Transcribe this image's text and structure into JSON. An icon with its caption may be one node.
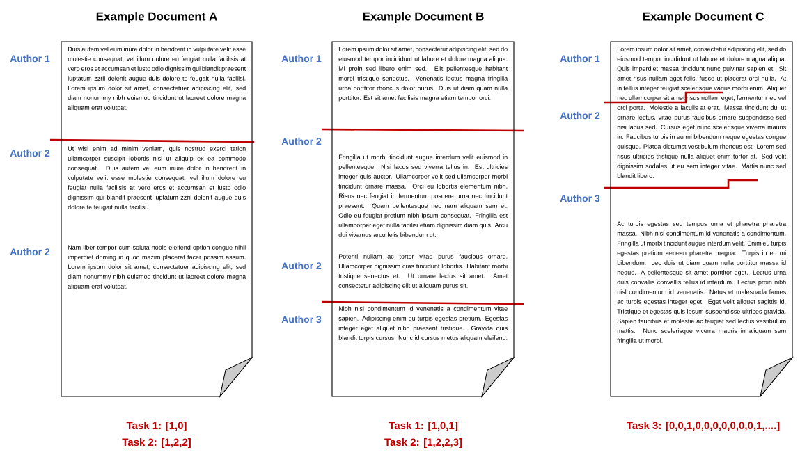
{
  "diagram": {
    "nodes": [
      {
        "text": [
          "Example Document A",
          "Duis autem vel eum iriure dolor in hendrerit in vulputate velit esse molestie consequat, vel illum dolore eu feugiat nulla facilisis at vero eros et accumsan et iusto odio dignissim qui blandit praesent luptatum zzril delenit augue duis dolore te feugait nulla facilisi. Lorem ipsum dolor sit amet, consectetuer adipiscing elit, sed diam nonummy nibh euismod tincidunt ut laoreet dolore magna aliquam erat volutpat.",
          "Ut wisi enim ad minim veniam, quis nostrud exerci tation ullamcorper suscipit lobortis nisl ut aliquip ex ea commodo consequat. Duis autem vel eum iriure dolor in hendrerit in vulputate velit esse molestie consequat, vel illum dolore eu feugiat nulla facilisis at vero eros et accumsan et iusto odio dignissim qui blandit praesent luptatum zzril delenit augue duis dolore te feugait nulla facilisi.",
          "Nam liber tempor cum soluta nobis eleifend option congue nihil imperdiet doming id quod mazim placerat facer possim assum. Lorem ipsum dolor sit amet, consectetuer adipiscing elit, sed diam nonummy nibh euismod tincidunt ut laoreet dolore magna aliquam erat volutpat."
        ],
        "beside": [
          "Author 1",
          "Author 2",
          "Author 2",
          "Task 1: [1,0]",
          "Task 2: [1,2,2]"
        ]
      },
      {
        "text": [
          "Example Document B",
          "Lorem ipsum dolor sit amet, consectetur adipiscing elit, sed do eiusmod tempor incididunt ut labore et dolore magna aliqua. Mi proin sed libero enim sed. Elit pellentesque habitant morbi tristique senectus. Venenatis lectus magna fringilla urna porttitor rhoncus dolor purus. Duis ut diam quam nulla porttitor. Est sit amet facilisis magna etiam tempor orci.",
          "Fringilla ut morbi tincidunt augue interdum velit euismod in pellentesque. Nisi lacus sed viverra tellus in. Est ultricies integer quis auctor. Ullamcorper velit sed ullamcorper morbi tincidunt ornare massa. Orci eu lobortis elementum nibh. Risus nec feugiat in fermentum posuere urna nec tincidunt praesent. Quam pellentesque nec nam aliquam sem et. Odio eu feugiat pretium nibh ipsum consequat. Fringilla est ullamcorper eget nulla facilisi etiam dignissim diam quis. Arcu dui vivamus arcu felis bibendum ut.",
          "Potenti nullam ac tortor vitae purus faucibus ornare. Ullamcorper dignissim cras tincidunt lobortis. Habitant morbi tristique senectus et. Ut ornare lectus sit amet. Amet consectetur adipiscing elit ut aliquam purus sit.",
          "Nibh nisl condimentum id venenatis a condimentum vitae sapien. Adipiscing enim eu turpis egestas pretium. Egestas integer eget aliquet nibh praesent tristique. Gravida quis blandit turpis cursus. Nunc id cursus metus aliquam eleifend."
        ],
        "beside": [
          "Author 1",
          "Author 2",
          "Author 2",
          "Author 3",
          "Task 1: [1,0,1]",
          "Task 2: [1,2,2,3]"
        ]
      },
      {
        "text": [
          "Example Document C",
          "Lorem ipsum dolor sit amet, consectetur adipiscing elit, sed do eiusmod tempor incididunt ut labore et dolore magna aliqua. Quis imperdiet massa tincidunt nunc pulvinar sapien et. Sit amet risus nullam eget felis, fusce ut placerat orci nulla. At in tellus integer feugiat scelerisque varius morbi enim. Aliquet nec ullamcorper sit amet risus nullam eget, fermentum leo vel orci porta. Molestie a iaculis at erat. Massa tincidunt dui ut ornare lectus, vitae purus faucibus ornare suspendisse sed nisi lacus sed. Cursus eget nunc scelerisque viverra mauris in. Faucibus turpis in eu mi bibendum neque egestas congue quisque. Platea dictumst vestibulum rhoncus est. Lorem sed risus ultricies tristique nulla aliquet enim tortor at. Sed velit dignissim sodales ut eu sem integer vitae. Mattis nunc sed blandit libero.",
          "Ac turpis egestas sed tempus urna et pharetra pharetra massa. Nibh nisl condimentum id venenatis a condimentum. Fringilla ut morbi tincidunt augue interdum velit. Enim eu turpis egestas pretium aenean pharetra magna. Turpis in eu mi bibendum. Leo duis ut diam quam nulla porttitor massa id neque. A pellentesque sit amet porttitor eget. Lectus urna duis convallis convallis tellus id interdum. Lectus proin nibh nisl condimentum id venenatis. Netus et malesuada fames ac turpis egestas integer eget. Eget velit aliquet sagittis id. Tristique et egestas quis ipsum suspendisse ultrices gravida. Sapien faucibus et molestie ac feugiat sed lectus vestibulum mattis. Nunc scelerisque viverra mauris in aliquam sem fringilla ut morbi."
        ],
        "beside": [
          "Author 1",
          "Author 2",
          "Author 3",
          "Task 3: [0,0,1,0,0,0,0,0,0,0,1,....]"
        ]
      }
    ],
    "edges": []
  }
}
